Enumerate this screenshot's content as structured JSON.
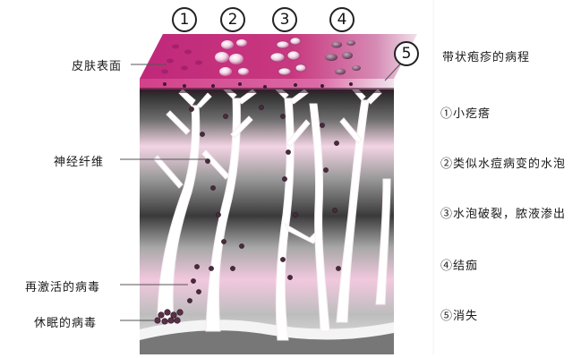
{
  "stage_markers": [
    "1",
    "2",
    "3",
    "4",
    "5"
  ],
  "left_labels": {
    "skin_surface": "皮肤表面",
    "nerve_fiber": "神经纤维",
    "reactivated_virus": "再激活的病毒",
    "dormant_virus": "休眠的病毒"
  },
  "right_panel": {
    "title": "带状疱疹的病程",
    "steps": [
      "①小疙瘩",
      "②类似水痘病变的水泡",
      "③水泡破裂，脓液渗出",
      "④结痂",
      "⑤消失"
    ]
  },
  "colors": {
    "skin_top": "#c8347e",
    "skin_side": "#d9589a",
    "nerve": "#ffffff",
    "virus": "#4a2a3e",
    "tissue_dark": "#2b2b2b",
    "tissue_pink": "#f0c6dc"
  }
}
